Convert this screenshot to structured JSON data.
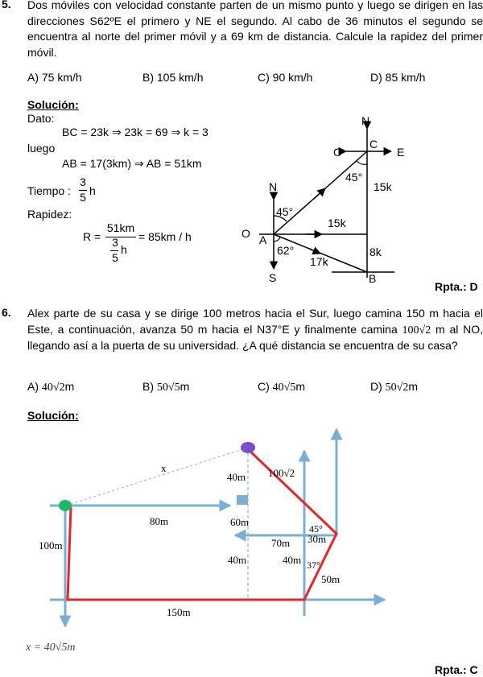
{
  "p5": {
    "number": "5.",
    "text": "Dos móviles con velocidad constante parten de un mismo punto y luego se dirigen en las direcciones S62ºE el primero y NE el segundo. Al cabo de 36 minutos el segundo se encuentra al norte del primer móvil y a 69 km de distancia. Calcule la rapidez del primer móvil.",
    "options": [
      "A) 75 km/h",
      "B) 105 km/h",
      "C) 90 km/h",
      "D) 85 km/h"
    ],
    "solution_title": "Solución:",
    "dato_label": "Dato:",
    "eq1": "BC = 23k ⇒ 23k = 69 ⇒ k = 3",
    "luego_label": "luego",
    "eq2": "AB = 17(3km) ⇒ AB = 51km",
    "tiempo_label": "Tiempo :",
    "tiempo_num": "3",
    "tiempo_den": "5",
    "tiempo_unit": "h",
    "rapidez_label": "Rapidez:",
    "r_lhs": "R =",
    "r_num": "51km",
    "r_den_num": "3",
    "r_den_den": "5",
    "r_den_unit": "h",
    "r_rhs": "= 85km / h",
    "diagram": {
      "N_top": "N",
      "C": "C",
      "O_left": "O",
      "E": "E",
      "angle45_top": "45°",
      "len15k_right": "15k",
      "N_left": "N",
      "angle45_left": "45°",
      "len15k_mid": "15k",
      "O_origin": "O",
      "A": "A",
      "angle62": "62°",
      "len8k": "8k",
      "len17k": "17k",
      "S": "S",
      "B": "B"
    },
    "answer": "Rpta.: D"
  },
  "p6": {
    "number": "6.",
    "text_a": "Alex parte de su casa y se dirige 100 metros hacia el Sur, luego camina 150 m hacia el Este, a continuación, avanza 50 m hacia el N37°E y finalmente camina",
    "text_math": "100√2",
    "text_b": "m al NO, llegando así a la puerta de su universidad. ¿A qué distancia se encuentra de su casa?",
    "options": [
      {
        "letter": "A)",
        "value": "40√2",
        "unit": "m"
      },
      {
        "letter": "B)",
        "value": "50√5",
        "unit": "m"
      },
      {
        "letter": "C)",
        "value": "40√5",
        "unit": "m"
      },
      {
        "letter": "D)",
        "value": "50√2",
        "unit": "m"
      }
    ],
    "solution_title": "Solución:",
    "diagram": {
      "x": "x",
      "l40m_top": "40m",
      "l100r2": "100√2",
      "l80m": "80m",
      "l60m": "60m",
      "l45": "45°",
      "l30m": "30m",
      "l70m": "70m",
      "l100m": "100m",
      "l40m_mid": "40m",
      "l40m_right": "40m",
      "l37": "37°",
      "l50m": "50m",
      "l150m": "150m"
    },
    "result": "x = 40√5m",
    "answer": "Rpta.: C"
  },
  "colors": {
    "path_red": "#e8242c",
    "axis_blue": "#7aaed6",
    "start_green": "#1fb86a",
    "end_purple": "#7b4fc9",
    "dashed": "#8ab4d8"
  }
}
